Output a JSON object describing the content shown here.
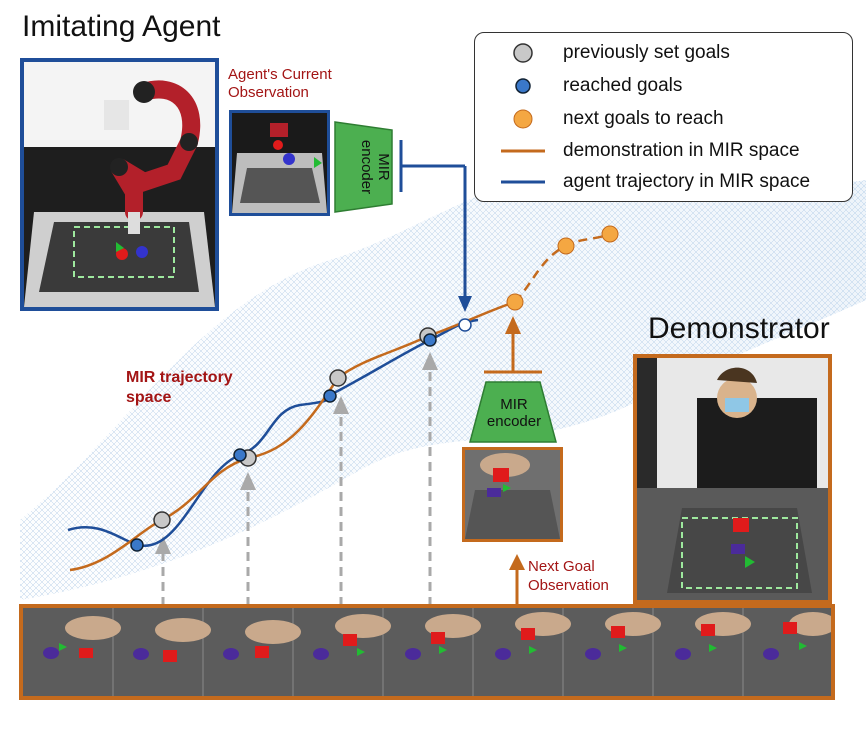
{
  "title_left": "Imitating Agent",
  "title_right": "Demonstrator",
  "agent_obs_label": "Agent's Current Observation",
  "space_label": "MIR trajectory space",
  "next_goal_label": "Next Goal Observation",
  "encoder_label_line1": "MIR",
  "encoder_label_line2": "encoder",
  "legend": [
    {
      "symbol": "gray-circle",
      "label": "previously set goals"
    },
    {
      "symbol": "blue-circle",
      "label": "reached goals"
    },
    {
      "symbol": "orange-circle",
      "label": "next goals to reach"
    },
    {
      "symbol": "orange-line",
      "label": "demonstration in MIR space"
    },
    {
      "symbol": "blue-line",
      "label": "agent trajectory in MIR space"
    }
  ],
  "colors": {
    "agent_blue": "#1f4e99",
    "demo_orange": "#c46a1d",
    "encoder_green": "#4caf50",
    "dark_red": "#a31515",
    "goal_orange": "#f4a742",
    "goal_gray": "#c8c8c8",
    "goal_blue": "#3a78c9"
  }
}
